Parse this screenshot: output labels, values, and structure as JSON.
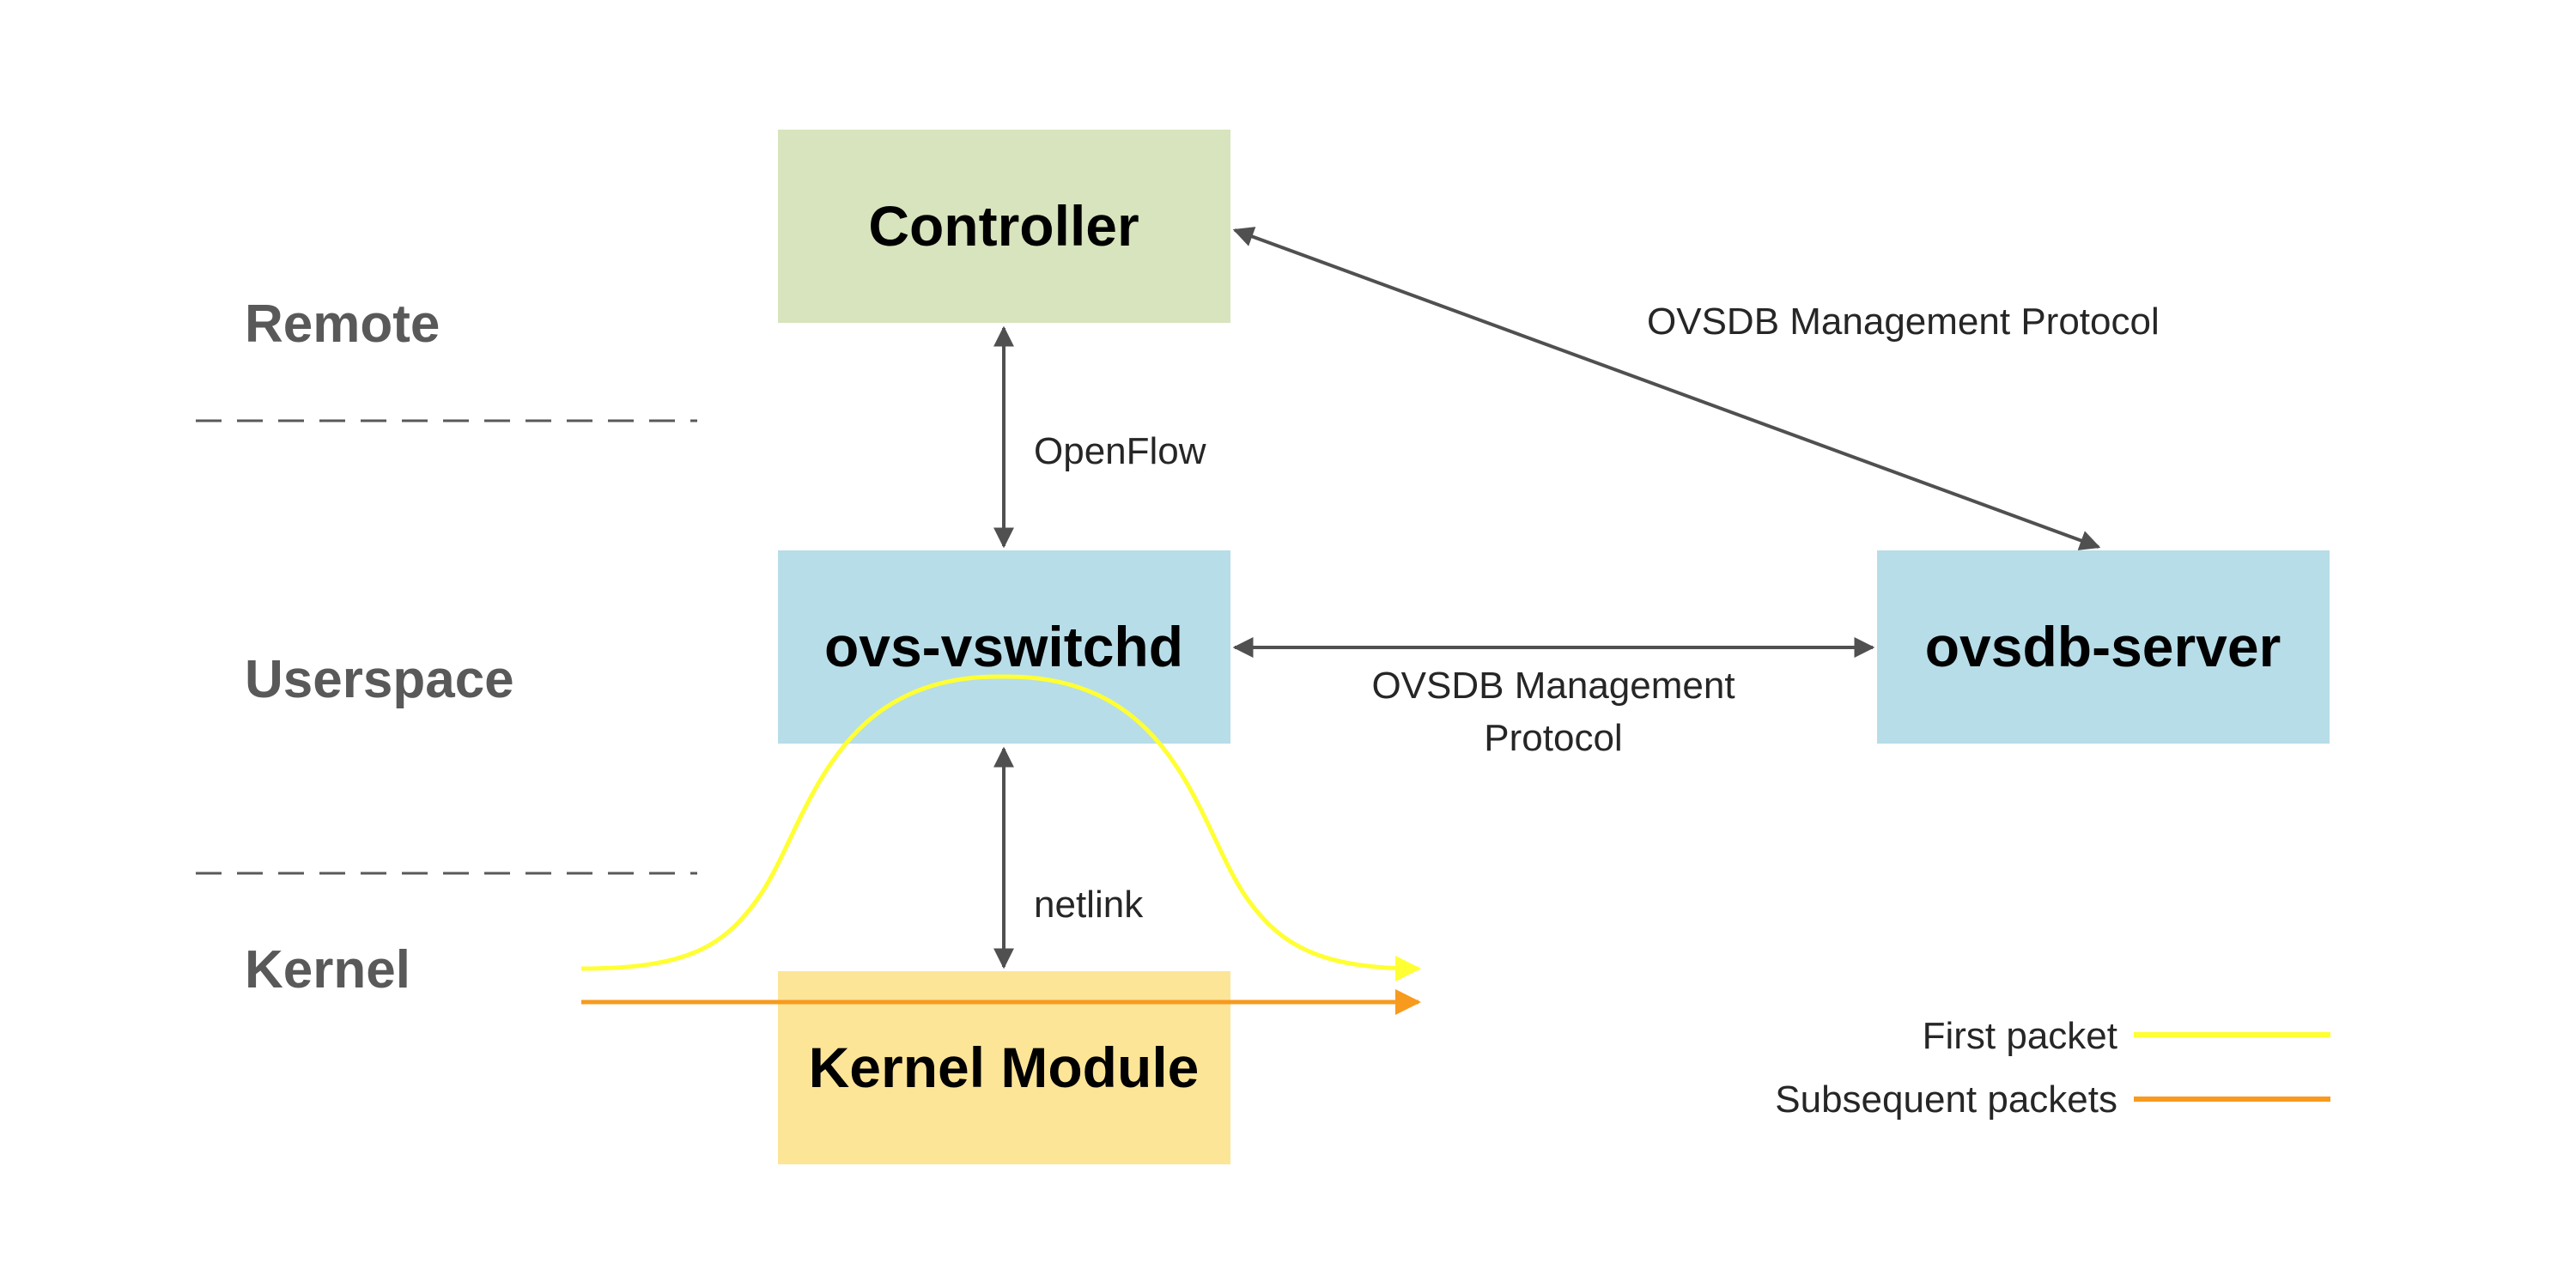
{
  "layers": {
    "remote": "Remote",
    "userspace": "Userspace",
    "kernel": "Kernel"
  },
  "components": {
    "controller": "Controller",
    "ovs_vswitchd": "ovs-vswitchd",
    "ovsdb_server": "ovsdb-server",
    "kernel_module": "Kernel Module"
  },
  "connections": {
    "openflow": "OpenFlow",
    "netlink": "netlink",
    "controller_ovsdb": "OVSDB Management Protocol",
    "vswitchd_ovsdb_line1": "OVSDB Management",
    "vswitchd_ovsdb_line2": "Protocol"
  },
  "legend": {
    "first_packet": "First packet",
    "subsequent_packets": "Subsequent packets"
  },
  "colors": {
    "controller_fill": "#d7e4bd",
    "userspace_fill": "#b7dde8",
    "kernel_module_fill": "#fde598",
    "connector": "#505050",
    "divider": "#595959",
    "first_packet": "#ffff33",
    "subsequent_packets": "#f79a1e"
  }
}
